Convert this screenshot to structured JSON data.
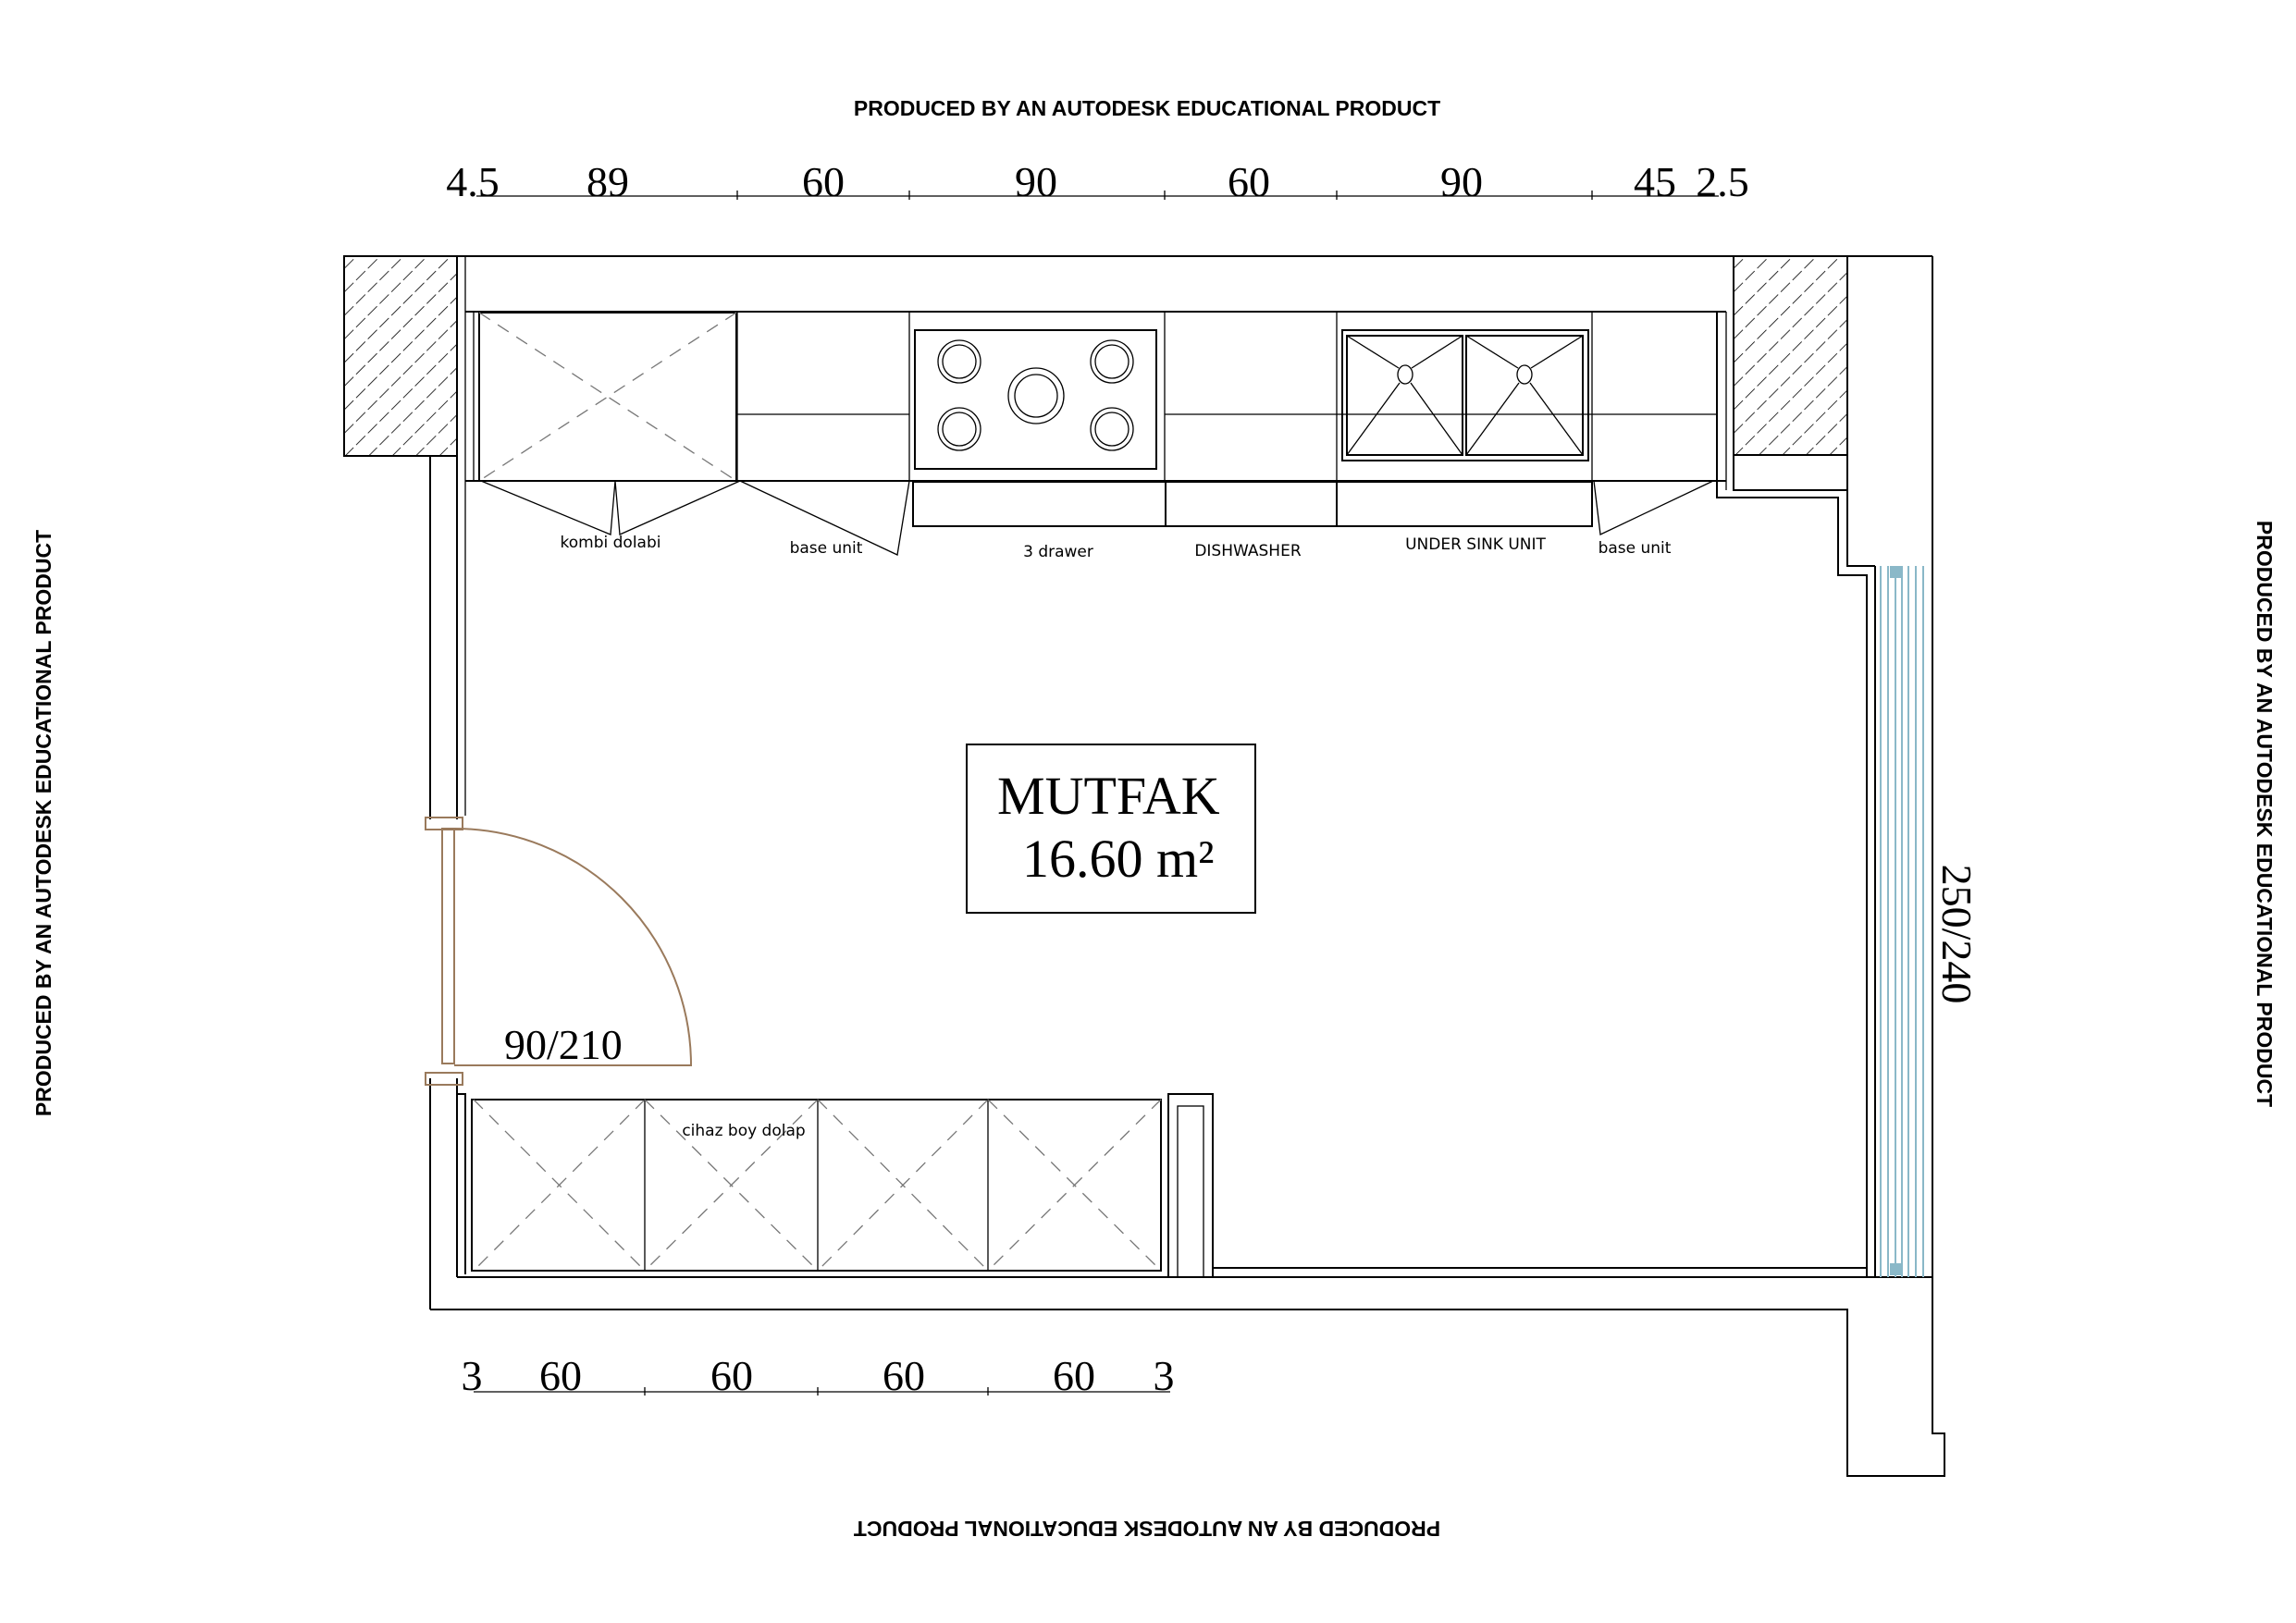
{
  "watermark": {
    "text": "PRODUCED BY AN AUTODESK EDUCATIONAL PRODUCT",
    "positions": [
      "top",
      "bottom-inverted",
      "left-vertical",
      "right-vertical"
    ]
  },
  "room": {
    "name": "MUTFAK",
    "area": "16.60 m²"
  },
  "top_dimensions": {
    "values": [
      "4.5",
      "89",
      "60",
      "90",
      "60",
      "90",
      "45",
      "2.5"
    ]
  },
  "bottom_dimensions": {
    "values": [
      "3",
      "60",
      "60",
      "60",
      "60",
      "3"
    ]
  },
  "door": {
    "label": "90/210",
    "color": "#9a7a5c"
  },
  "window": {
    "label": "250/240",
    "color": "#8ab8c8"
  },
  "top_units": [
    {
      "label": "kombi dolabi",
      "type": "tall-cabinet"
    },
    {
      "label": "base unit",
      "type": "base-cabinet"
    },
    {
      "label": "3 drawer",
      "type": "hob"
    },
    {
      "label": "DISHWASHER",
      "type": "dishwasher"
    },
    {
      "label": "UNDER SINK UNIT",
      "type": "double-sink"
    },
    {
      "label": "base unit",
      "type": "base-cabinet"
    }
  ],
  "bottom_units": {
    "label": "cihaz boy dolap",
    "count": 4
  },
  "icons": {
    "hob": "gas-hob-icon",
    "sink": "double-sink-icon",
    "door": "door-swing-icon",
    "window": "window-icon",
    "wall_hatch": "wall-hatch-icon"
  }
}
